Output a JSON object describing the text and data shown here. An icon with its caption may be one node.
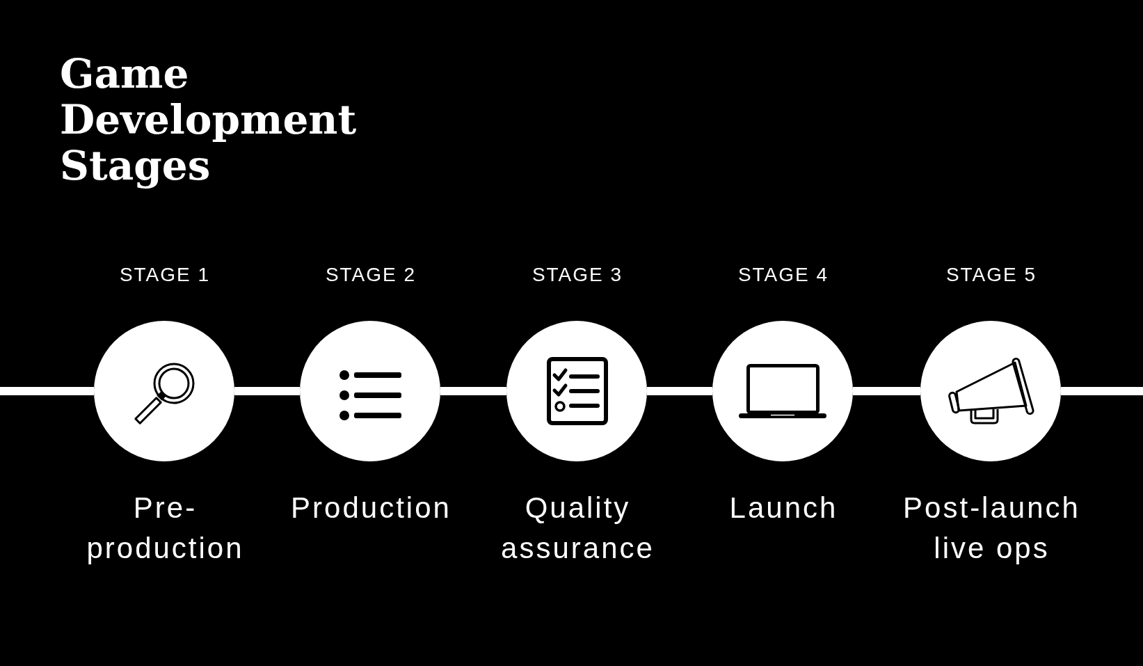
{
  "diagram": {
    "title": "Game Development Stages",
    "nodes": [
      {
        "text": [
          "STAGE 1",
          "Pre-production"
        ]
      },
      {
        "text": [
          "STAGE 2",
          "Production"
        ]
      },
      {
        "text": [
          "STAGE 3",
          "Quality assurance"
        ]
      },
      {
        "text": [
          "STAGE 4",
          "Launch"
        ]
      },
      {
        "text": [
          "STAGE 5",
          "Post-launch live ops"
        ]
      }
    ],
    "edges": [
      {
        "from": null,
        "to": 0,
        "arrow": "none"
      },
      {
        "from": 0,
        "to": 1,
        "arrow": "none"
      },
      {
        "from": 1,
        "to": 2,
        "arrow": "none"
      },
      {
        "from": 2,
        "to": 3,
        "arrow": "none"
      },
      {
        "from": 3,
        "to": 4,
        "arrow": "none"
      },
      {
        "from": 4,
        "to": null,
        "arrow": "none"
      }
    ]
  }
}
